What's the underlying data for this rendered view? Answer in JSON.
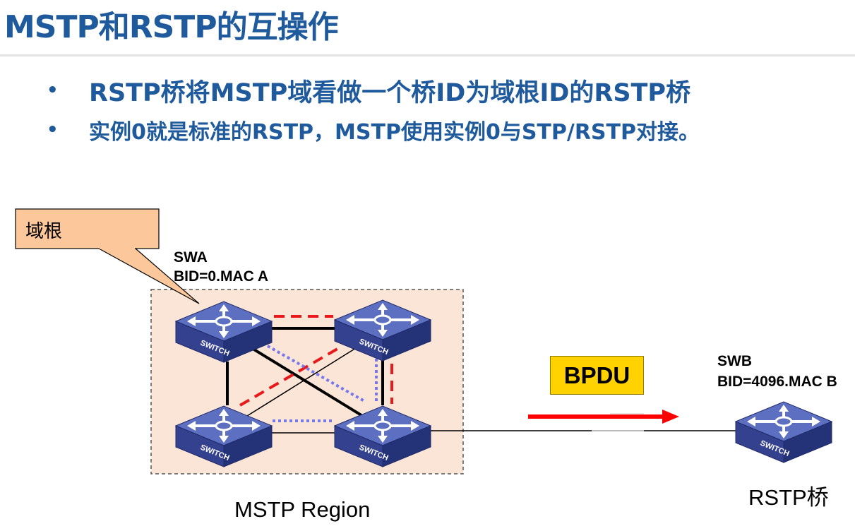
{
  "title": "MSTP和RSTP的互操作",
  "bullets": [
    "RSTP桥将MSTP域看做一个桥ID为域根ID的RSTP桥",
    "实例0就是标准的RSTP，MSTP使用实例0与STP/RSTP对接。"
  ],
  "bullet_symbol": "•",
  "callout": "域根",
  "swa": {
    "name": "SWA",
    "bid": "BID=0.MAC A"
  },
  "swb": {
    "name": "SWB",
    "bid": "BID=4096.MAC B"
  },
  "bpdu": "BPDU",
  "region_label": "MSTP Region",
  "rstp_label": "RSTP桥",
  "switch_text": "SWITCH",
  "icons": {
    "switch": "network-switch-icon"
  },
  "colors": {
    "title": "#1f5a9c",
    "region_fill": "#fbe5d6",
    "callout_fill": "#fcc89b",
    "bpdu_box": "#ffd200",
    "switch": "#3a4a9a",
    "red_link": "#e8191b",
    "blue_dotted": "#7777ee"
  }
}
